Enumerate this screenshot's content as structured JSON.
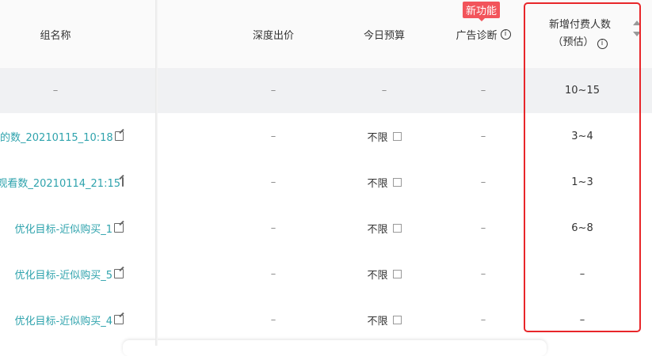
{
  "headers": {
    "name": "组名称",
    "deep_bid": "深度出价",
    "budget": "今日预算",
    "diagnosis": "广告诊断",
    "new_badge": "新功能",
    "new_payers_line1": "新增付费人数",
    "new_payers_line2": "（预估）"
  },
  "summary": {
    "name": "–",
    "deep_bid": "–",
    "budget": "–",
    "diagnosis": "–",
    "new_payers": "10~15"
  },
  "rows": [
    {
      "name": "的数_20210115_10:18",
      "deep_bid": "–",
      "budget": "不限",
      "diagnosis": "–",
      "new_payers": "3~4"
    },
    {
      "name": "观看数_20210114_21:15",
      "deep_bid": "–",
      "budget": "不限",
      "diagnosis": "–",
      "new_payers": "1~3"
    },
    {
      "name": "优化目标-近似购买_1",
      "deep_bid": "–",
      "budget": "不限",
      "diagnosis": "–",
      "new_payers": "6~8"
    },
    {
      "name": "优化目标-近似购买_5",
      "deep_bid": "–",
      "budget": "不限",
      "diagnosis": "–",
      "new_payers": "–"
    },
    {
      "name": "优化目标-近似购买_4",
      "deep_bid": "–",
      "budget": "不限",
      "diagnosis": "–",
      "new_payers": "–"
    }
  ],
  "colors": {
    "link": "#2fa3ad",
    "highlight_box": "#e8262a",
    "badge": "#f2545b"
  }
}
